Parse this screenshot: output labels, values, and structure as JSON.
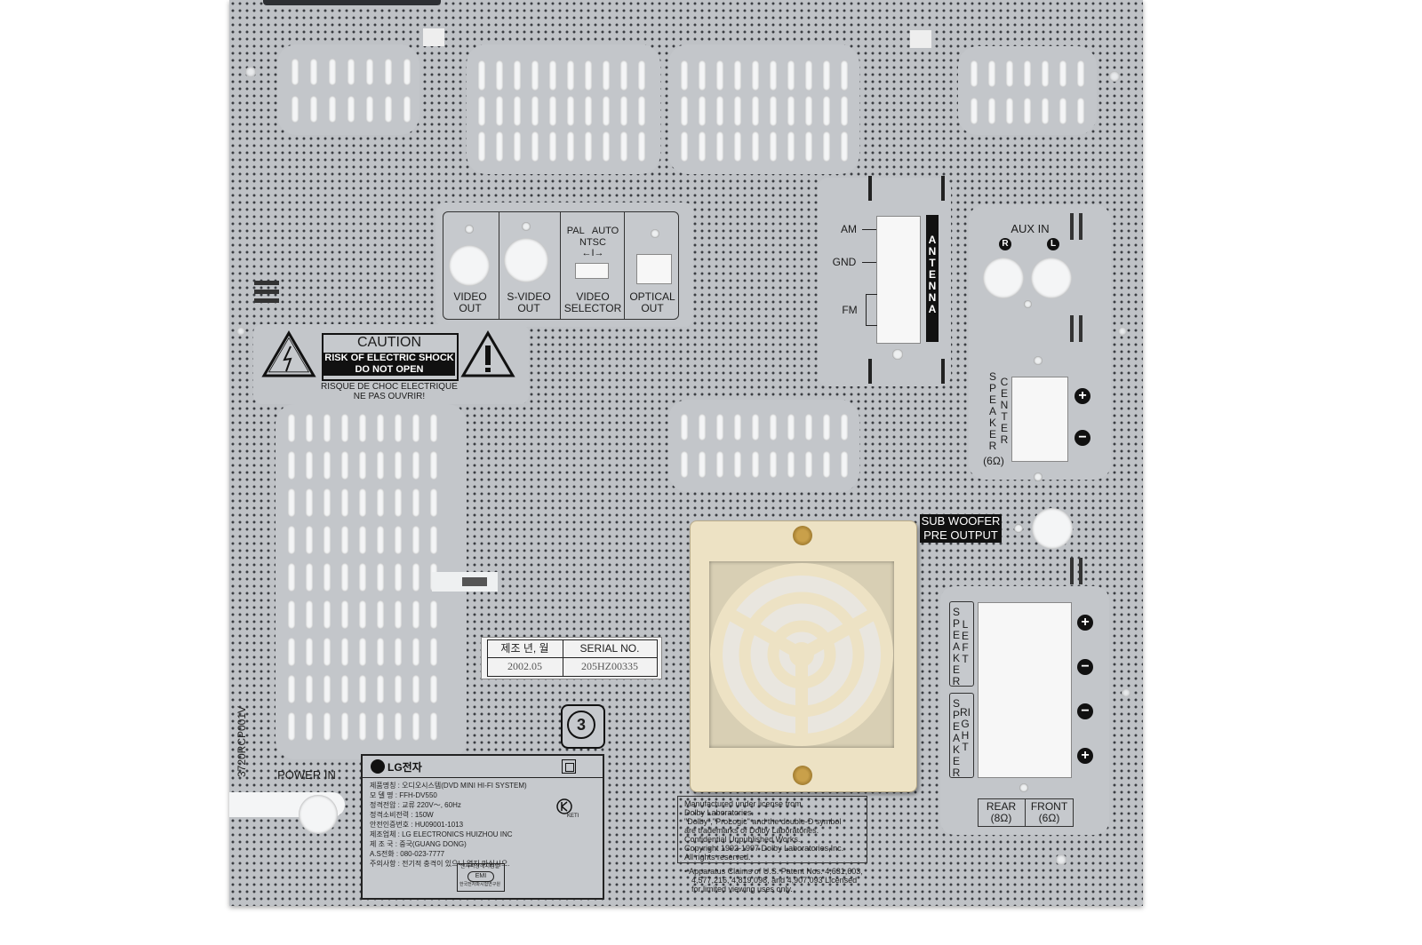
{
  "video_panel": {
    "video_out": "VIDEO\nOUT",
    "svideo_out": "S-VIDEO\nOUT",
    "selector_top": "PAL   AUTO\nNTSC",
    "selector_arrows": "←I→",
    "video_selector": "VIDEO\nSELECTOR",
    "optical_out": "OPTICAL\nOUT"
  },
  "caution": {
    "title": "CAUTION",
    "line1": "RISK OF ELECTRIC SHOCK",
    "line2": "DO NOT OPEN",
    "fr1": "RISQUE DE CHOC ELECTRIQUE",
    "fr2": "NE PAS OUVRIR!"
  },
  "antenna": {
    "am": "AM",
    "gnd": "GND",
    "fm": "FM",
    "label": "ANTENNA"
  },
  "aux": {
    "title": "AUX IN",
    "r": "R",
    "l": "L"
  },
  "center_speaker": {
    "speaker": "SPEAKER",
    "center": "CENTER",
    "ohm": "(6Ω)",
    "plus": "+",
    "minus": "−"
  },
  "subwoofer": {
    "line1": "SUB WOOFER",
    "line2": "PRE OUTPUT"
  },
  "front_speakers": {
    "left_speaker": "SPEAKER",
    "left": "LEFT",
    "right_speaker": "SPEAKER",
    "right": "RIGHT",
    "plus": "+",
    "minus": "−",
    "rear": "REAR\n(8Ω)",
    "front": "FRONT\n(6Ω)"
  },
  "serial": {
    "date_header": "제조 년, 월",
    "serial_header": "SERIAL NO.",
    "date_value": "2002.05",
    "serial_value": "205HZ00335"
  },
  "region_code": "3",
  "part_number": "3720RCP001V",
  "power_in": "POWER IN",
  "rating_label": {
    "brand": "LG전자",
    "rows": [
      "제품명칭 : 오디오시스템(DVD MINI HI-FI SYSTEM)",
      "모 델 명 : FFH-DV550",
      "정격전압 : 교류 220V～, 60Hz",
      "정격소비전력 : 150W",
      "안전인증번호 : HU09001-1013",
      "제조업체 : LG ELECTRONICS HUIZHOU INC",
      "제 조 국 : 중국(GUANG DONG)",
      "A.S전화 : 080-023-7777",
      "주의사항 : 전기적 충격이 있으니 열지 마십시오."
    ],
    "emi_top": "전자파장해시험필",
    "emi": "EMI",
    "emi_bottom": "한국전자파시험연구원",
    "keti": "KETI"
  },
  "dolby": {
    "lines": [
      "Manufactured under license from",
      "Dolby Laboratories.",
      "\"Dolby\",\"ProLogic\" and the double-D symbol",
      "are trademarks of Dolby Laboratories.",
      "Confidential Unpublished Works.",
      "Copyright 1992-1997 Dolby Laboratories,Inc.",
      "All rights reserved."
    ],
    "patent": [
      "• Apparatus Claims of U.S. Patent Nos. 4,631,603,",
      "4,577,216, 4,819,098, and 4,907,093 Licensed",
      "for limited viewing uses only."
    ]
  },
  "colors": {
    "panel": "#bfc2c6",
    "fan_frame": "#ede2c4",
    "black_label": "#111111"
  }
}
